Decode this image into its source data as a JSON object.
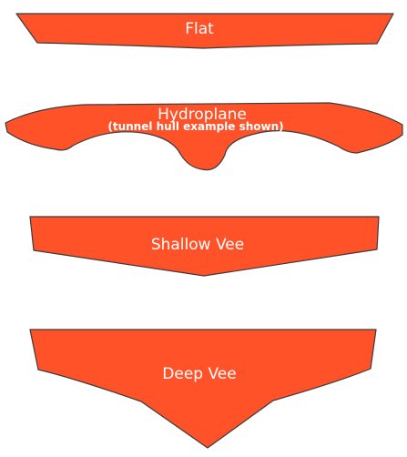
{
  "colors": {
    "hull_fill": "#ff5229",
    "hull_stroke": "#3b3b3b",
    "label_color": "#ffffff",
    "background": "#ffffff"
  },
  "hulls": {
    "flat": {
      "label": "Flat"
    },
    "hydroplane": {
      "label": "Hydroplane",
      "sublabel": "(tunnel hull example shown)"
    },
    "shallow_vee": {
      "label": "Shallow Vee"
    },
    "deep_vee": {
      "label": "Deep Vee"
    }
  }
}
